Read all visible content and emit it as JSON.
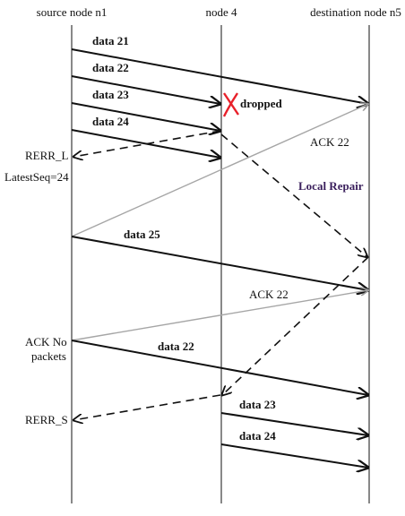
{
  "nodes": {
    "source": "source node n1",
    "middle": "node 4",
    "destination": "destination node n5"
  },
  "labels": {
    "data21": "data 21",
    "data22a": "data 22",
    "data23a": "data 23",
    "data24a": "data 24",
    "dropped": "dropped",
    "ack22a": "ACK 22",
    "rerrL": "RERR_L",
    "latestSeq": "LatestSeq=24",
    "localRepair": "Local Repair",
    "data25": "data 25",
    "ack22b": "ACK 22",
    "ackNo": "ACK No",
    "packets": "packets",
    "data22b": "data 22",
    "rerrS": "RERR_S",
    "data23b": "data 23",
    "data24b": "data 24"
  },
  "colors": {
    "line": "#111111",
    "ack": "#a6a6a6",
    "drop": "#e8202a",
    "repair": "#3a1f5c"
  }
}
